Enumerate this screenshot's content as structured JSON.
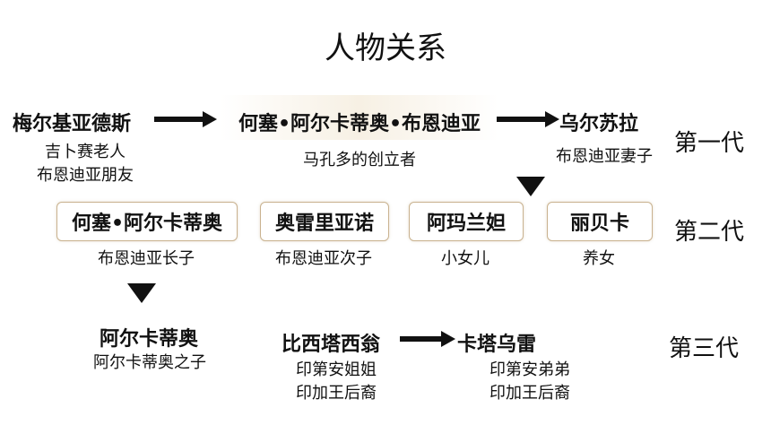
{
  "title": "人物关系",
  "generations": {
    "first": "第一代",
    "second": "第二代",
    "third": "第三代"
  },
  "gen1": {
    "melquiades": {
      "name": "梅尔基亚德斯",
      "desc1": "吉卜赛老人",
      "desc2": "布恩迪亚朋友"
    },
    "jose_arcadio_buendia": {
      "name": "何塞•阿尔卡蒂奥•布恩迪亚",
      "desc": "马孔多的创立者"
    },
    "ursula": {
      "name": "乌尔苏拉",
      "desc": "布恩迪亚妻子"
    }
  },
  "gen2": {
    "jose_arcadio": {
      "name": "何塞•阿尔卡蒂奥",
      "desc": "布恩迪亚长子"
    },
    "aureliano": {
      "name": "奥雷里亚诺",
      "desc": "布恩迪亚次子"
    },
    "amaranta": {
      "name": "阿玛兰妲",
      "desc": "小女儿"
    },
    "rebeca": {
      "name": "丽贝卡",
      "desc": "养女"
    }
  },
  "gen3": {
    "arcadio": {
      "name": "阿尔卡蒂奥",
      "desc": "阿尔卡蒂奥之子"
    },
    "pilar": {
      "name": "比西塔西翁",
      "desc1": "印第安姐姐",
      "desc2": "印加王后裔"
    },
    "cataure": {
      "name": "卡塔乌雷",
      "desc1": "印第安弟弟",
      "desc2": "印加王后裔"
    }
  }
}
